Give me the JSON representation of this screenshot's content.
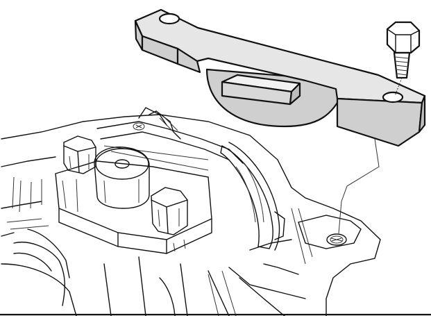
{
  "figure": {
    "kind": "line-art technical illustration",
    "colors": {
      "background": "#ffffff",
      "ink": "#111111",
      "tool_fill": "#cfcfcf",
      "tool_top": "#e6e6e6"
    },
    "parts": [
      "locking-tool",
      "tool-key",
      "retaining-bolt",
      "engine-block",
      "camshaft-pulley",
      "cap-bolts"
    ]
  }
}
